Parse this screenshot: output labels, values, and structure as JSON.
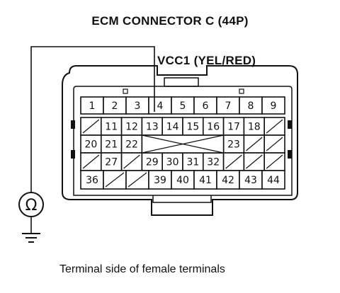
{
  "diagram": {
    "title": "ECM CONNECTOR C (44P)",
    "signal_label": "VCC1 (YEL/RED)",
    "caption": "Terminal side of female terminals",
    "meter_symbol": "Ω",
    "probe_terminal": "4",
    "rows": [
      [
        "1",
        "2",
        "3",
        "4",
        "5",
        "6",
        "7",
        "8",
        "9"
      ],
      [
        "",
        "11",
        "12",
        "13",
        "14",
        "15",
        "16",
        "17",
        "18",
        ""
      ],
      [
        "20",
        "21",
        "22",
        "",
        "",
        "",
        "",
        "23",
        "",
        ""
      ],
      [
        "",
        "27",
        "",
        "29",
        "30",
        "31",
        "32",
        "",
        "",
        ""
      ],
      [
        "36",
        "",
        "",
        "39",
        "40",
        "41",
        "42",
        "43",
        "44"
      ]
    ]
  }
}
